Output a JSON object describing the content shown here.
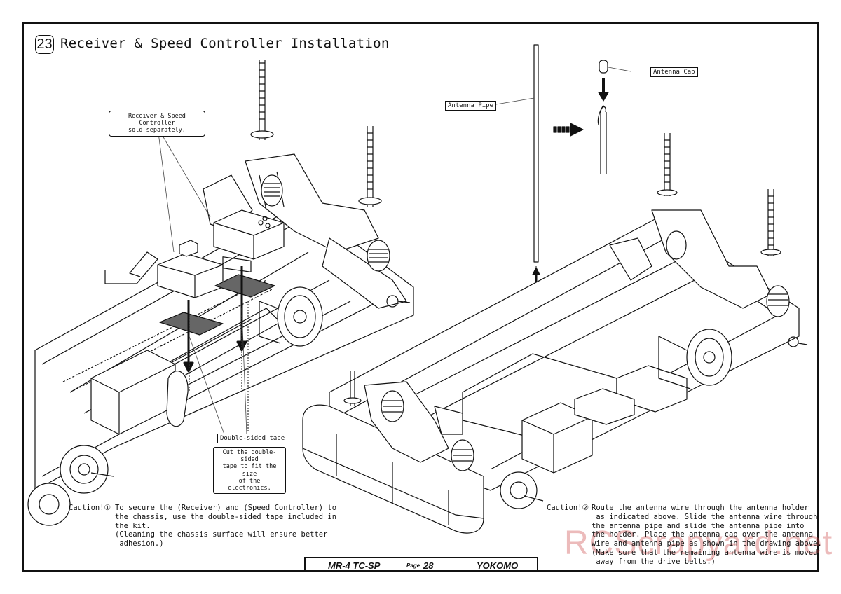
{
  "step": {
    "number": "23",
    "title": "Receiver & Speed Controller Installation"
  },
  "callouts": {
    "receiver_sc": [
      "Receiver & Speed Controller",
      "sold separately."
    ],
    "double_sided_tape": "Double-sided tape",
    "cut_tape": [
      "Cut the double-sided",
      "tape to fit the size",
      "of the electronics."
    ],
    "antenna_pipe": "Antenna Pipe",
    "antenna_cap": "Antenna Cap"
  },
  "caution1": {
    "label": "Caution!①",
    "lines": [
      "To secure the (Receiver) and (Speed Controller) to",
      "the chassis, use the double-sided tape included in",
      "the kit.",
      "(Cleaning the chassis surface will ensure better",
      " adhesion.)"
    ]
  },
  "caution2": {
    "label": "Caution!②",
    "lines": [
      "Route the antenna wire through the antenna holder",
      " as indicated above. Slide the antenna wire through",
      "the antenna pipe and slide the antenna pipe into",
      "the holder. Place the antenna cap over the antenna",
      "wire and antenna pipe as shown in the drawing above.",
      "(Make sure that the remaining antenna wire is moved",
      " away from the drive belts.)"
    ]
  },
  "footer": {
    "model": "MR-4 TC-SP",
    "page_label": "Page",
    "page_number": "28",
    "brand": "YOKOMO"
  },
  "watermark": "RCScrapyard.net"
}
